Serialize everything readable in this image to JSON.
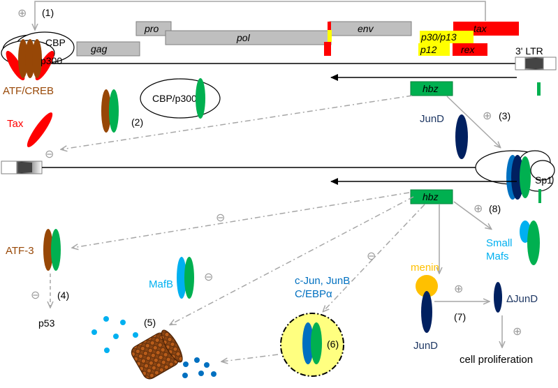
{
  "genome": {
    "genes": {
      "gag": "gag",
      "pro": "pro",
      "pol": "pol",
      "env": "env",
      "tax": "tax",
      "p30p13": "p30/p13",
      "p12": "p12",
      "rex": "rex",
      "hbz_top": "hbz",
      "hbz_bottom": "hbz"
    },
    "ltr_label": "3' LTR"
  },
  "proteins": {
    "cbp_p300_top_cbp": "CBP",
    "cbp_p300_top_p300": "p300",
    "atf_creb": "ATF/CREB",
    "tax": "Tax",
    "cbp_p300_mid": "CBP/p300",
    "jund_top": "JunD",
    "sp1": "Sp1",
    "atf3": "ATF-3",
    "p53": "p53",
    "mafb": "MafB",
    "cjun_line1": "c-Jun, JunB",
    "cjun_line2": "C/EBPα",
    "small_mafs_line1": "Small",
    "small_mafs_line2": "Mafs",
    "menin": "menin",
    "jund_bottom": "JunD",
    "delta_jund": "ΔJunD",
    "cell_proliferation": "cell proliferation"
  },
  "steps": {
    "s1": "(1)",
    "s2": "(2)",
    "s3": "(3)",
    "s4": "(4)",
    "s5": "(5)",
    "s6": "(6)",
    "s7": "(7)",
    "s8": "(8)"
  },
  "signs": {
    "plus": "⊕",
    "minus": "⊖"
  },
  "colors": {
    "gray_gene": "#bfbfbf",
    "red": "#ff0000",
    "yellow": "#ffff00",
    "green": "#00b050",
    "brown": "#974706",
    "navy": "#002060",
    "light_blue": "#00b0f0",
    "mid_blue": "#0070c0",
    "orange": "#ffc000",
    "arrow_gray": "#a6a6a6",
    "text_brown": "#984807",
    "text_red": "#ff0000",
    "text_navy": "#1f3864",
    "text_cyan": "#00b0f0",
    "text_blue": "#0070c0",
    "text_orange": "#ffc000"
  }
}
